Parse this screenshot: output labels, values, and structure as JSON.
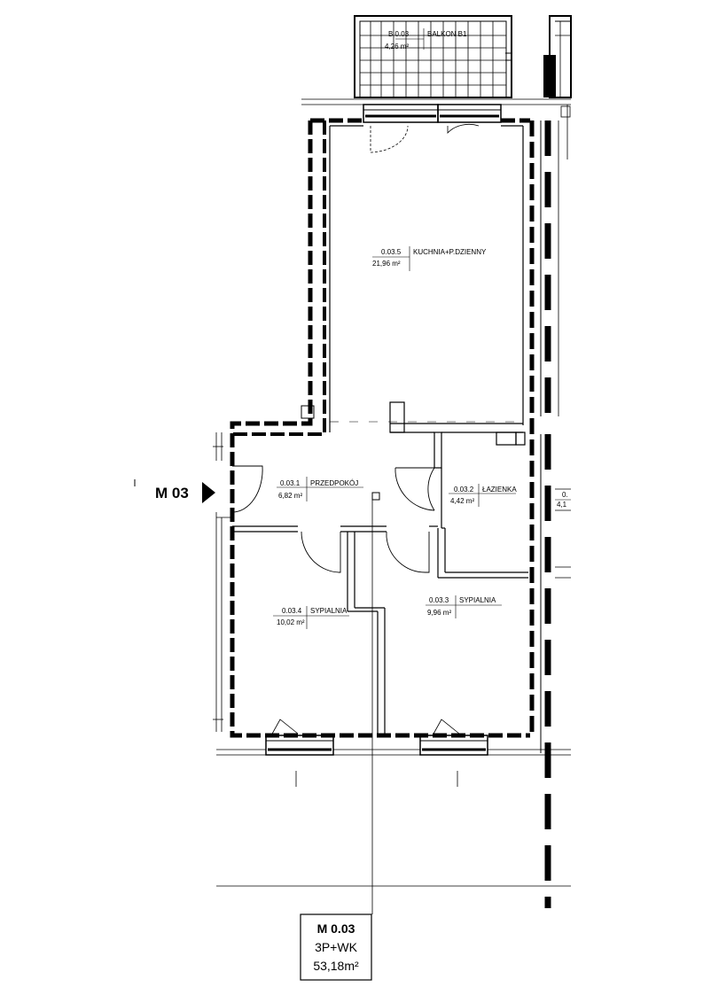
{
  "apartment": {
    "code": "M 0.03",
    "layout": "3P+WK",
    "area": "53,18m²",
    "marker_label": "M 03"
  },
  "balcony": {
    "id": "B 0.03",
    "name": "BALKON B1",
    "area": "4,26 m²"
  },
  "rooms": [
    {
      "id": "0.03.5",
      "name": "KUCHNIA+P.DZIENNY",
      "area": "21,96 m²"
    },
    {
      "id": "0.03.1",
      "name": "PRZEDPOKÓJ",
      "area": "6,82 m²"
    },
    {
      "id": "0.03.2",
      "name": "ŁAZIENKA",
      "area": "4,42 m²"
    },
    {
      "id": "0.03.4",
      "name": "SYPIALNIA",
      "area": "10,02 m²"
    },
    {
      "id": "0.03.3",
      "name": "SYPIALNIA",
      "area": "9,96 m²"
    }
  ],
  "neighbor": {
    "id": "0.",
    "area": "4,1"
  }
}
